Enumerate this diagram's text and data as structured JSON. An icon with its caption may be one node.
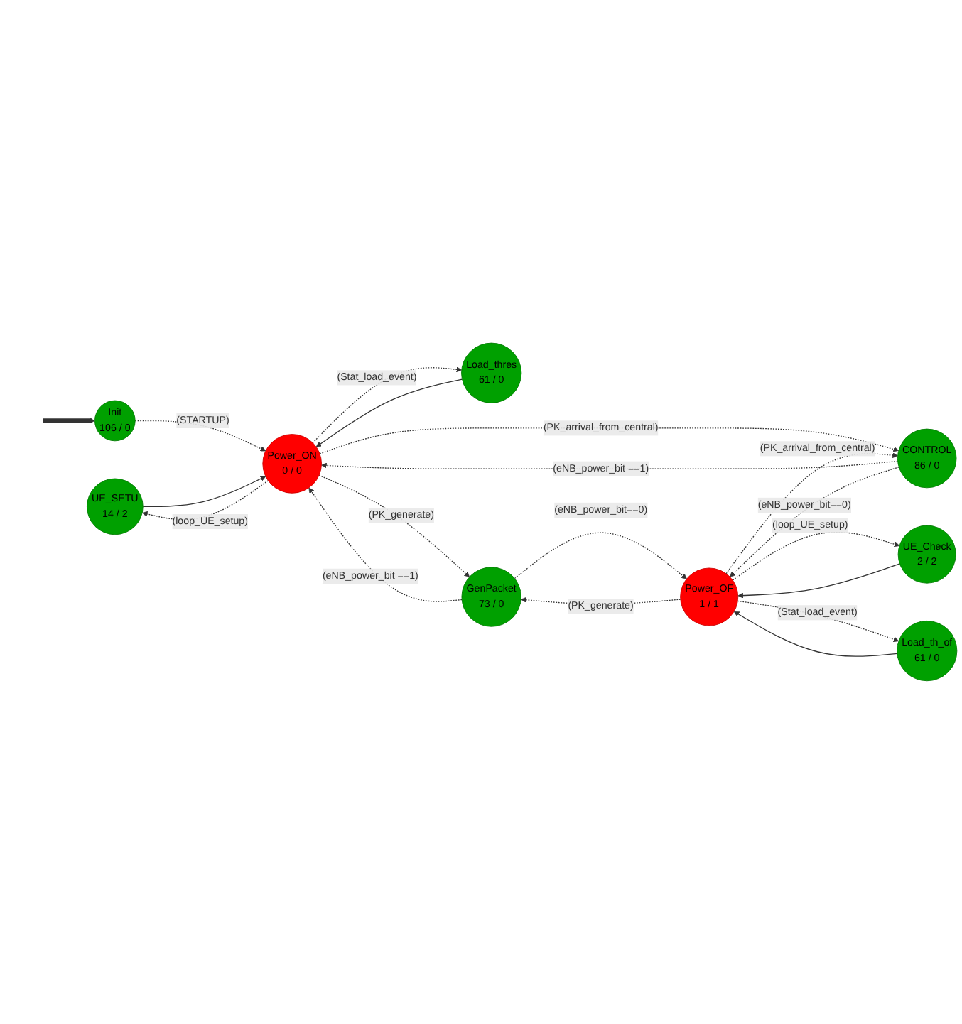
{
  "diagram": {
    "nodes": [
      {
        "text": [
          "UE_SETU",
          "14 / 2"
        ]
      },
      {
        "text": [
          "Load_thres",
          "61 / 0"
        ]
      },
      {
        "text": [
          "Init",
          "106 / 0"
        ]
      },
      {
        "text": [
          "Power_ON",
          "0 / 0"
        ]
      },
      {
        "text": [
          "GenPacket",
          "73 / 0"
        ]
      },
      {
        "text": [
          "CONTROL",
          "86 / 0"
        ]
      },
      {
        "text": [
          "Power_OF",
          "1 / 1"
        ]
      },
      {
        "text": [
          "UE_Check",
          "2 / 2"
        ]
      },
      {
        "text": [
          "Load_th_of",
          "61 / 0"
        ]
      }
    ],
    "edges": [
      {
        "from": null,
        "to": 2,
        "arrow": "to",
        "style": "thick"
      },
      {
        "from": 2,
        "to": 3,
        "arrow": "to",
        "style": "dashed",
        "label": "(STARTUP)"
      },
      {
        "from": 3,
        "to": 0,
        "arrow": "to",
        "style": "dashed",
        "label": "(loop_UE_setup)"
      },
      {
        "from": 0,
        "to": 3,
        "arrow": "to"
      },
      {
        "from": 3,
        "to": 1,
        "arrow": "to",
        "style": "dashed",
        "label": "(Stat_load_event)"
      },
      {
        "from": 1,
        "to": 3,
        "arrow": "to"
      },
      {
        "from": 3,
        "to": 4,
        "arrow": "to",
        "style": "dashed",
        "label": "(PK_generate)"
      },
      {
        "from": 4,
        "to": 3,
        "arrow": "to",
        "style": "dashed",
        "label": "(eNB_power_bit ==1)"
      },
      {
        "from": 3,
        "to": 5,
        "arrow": "to",
        "style": "dashed",
        "label": "(PK_arrival_from_central)"
      },
      {
        "from": 5,
        "to": 3,
        "arrow": "to",
        "style": "dashed",
        "label": "(eNB_power_bit ==1)"
      },
      {
        "from": 6,
        "to": 4,
        "arrow": "to",
        "style": "dashed",
        "label": "(PK_generate)"
      },
      {
        "from": 4,
        "to": 6,
        "arrow": "to",
        "style": "dashed",
        "label": "(eNB_power_bit==0)"
      },
      {
        "from": 5,
        "to": 6,
        "arrow": "to",
        "style": "dashed",
        "label": "(eNB_power_bit==0)"
      },
      {
        "from": 6,
        "to": 5,
        "arrow": "to",
        "style": "dashed",
        "label": "(PK_arrival_from_central)"
      },
      {
        "from": 6,
        "to": 7,
        "arrow": "to",
        "style": "dashed",
        "label": "(loop_UE_setup)"
      },
      {
        "from": 7,
        "to": 6,
        "arrow": "to"
      },
      {
        "from": 6,
        "to": 8,
        "arrow": "to",
        "style": "dashed",
        "label": "(Stat_load_event)"
      },
      {
        "from": 8,
        "to": 6,
        "arrow": "to"
      }
    ]
  }
}
